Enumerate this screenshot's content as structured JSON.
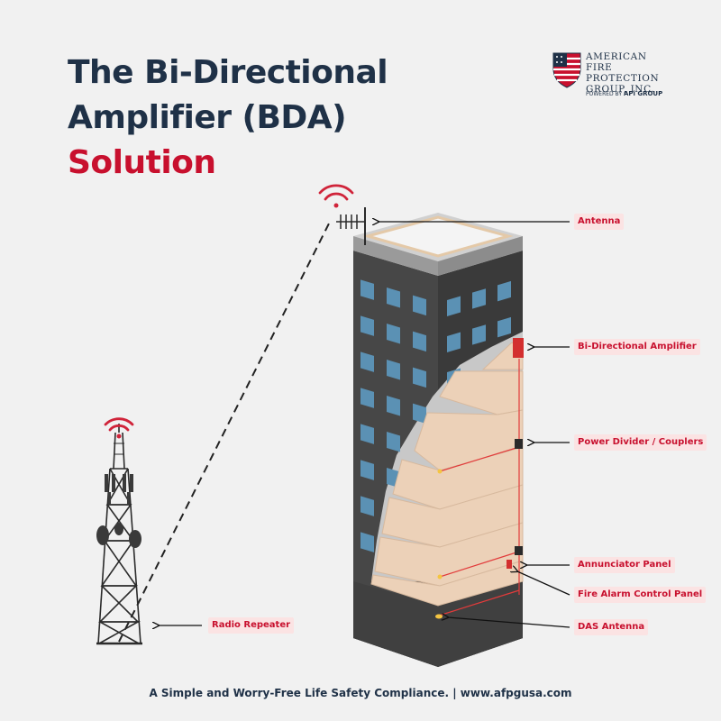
{
  "title": {
    "line1": "The Bi-Directional",
    "line2": "Amplifier (BDA)",
    "line3": "Solution"
  },
  "logo": {
    "line1": "AMERICAN",
    "line2": "FIRE PROTECTION",
    "line3": "GROUP, INC.",
    "powered_prefix": "POWERED BY",
    "powered_brand": "APi GROUP",
    "icon": "us-flag-shield-icon"
  },
  "labels": {
    "antenna": "Antenna",
    "bda": "Bi-Directional Amplifier",
    "power_divider": "Power Divider / Couplers",
    "annunciator": "Annunciator Panel",
    "facp": "Fire Alarm Control Panel",
    "das": "DAS Antenna",
    "repeater": "Radio Repeater"
  },
  "footer": {
    "tagline": "A Simple and Worry-Free Life Safety Compliance. | www.afpgusa.com"
  },
  "colors": {
    "navy": "#1f3147",
    "accent_red": "#c8102e",
    "label_bg": "#fbe3e3",
    "building_front": "#474747",
    "building_side": "#363636",
    "window": "#5b91b4",
    "floor": "#ecd1b8"
  }
}
